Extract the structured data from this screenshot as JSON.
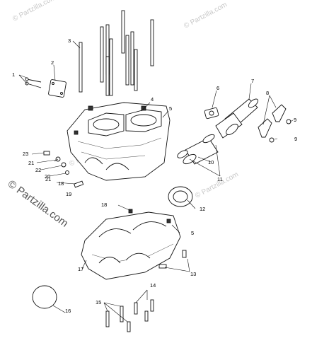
{
  "watermarks": {
    "top_left": "© Partzilla.com",
    "top_right": "© Partzilla.com",
    "middle": "© Partzilla.com",
    "right": "© Partzilla.com",
    "main": "© Partzilla.com"
  },
  "callouts": [
    {
      "id": "c1",
      "text": "1"
    },
    {
      "id": "c2",
      "text": "2"
    },
    {
      "id": "c3",
      "text": "3"
    },
    {
      "id": "c4",
      "text": "4"
    },
    {
      "id": "c5a",
      "text": "5"
    },
    {
      "id": "c5b",
      "text": "5"
    },
    {
      "id": "c6",
      "text": "6"
    },
    {
      "id": "c7",
      "text": "7"
    },
    {
      "id": "c8",
      "text": "8"
    },
    {
      "id": "c9a",
      "text": "9"
    },
    {
      "id": "c9b",
      "text": "9"
    },
    {
      "id": "c10",
      "text": "10"
    },
    {
      "id": "c11",
      "text": "11"
    },
    {
      "id": "c12",
      "text": "12"
    },
    {
      "id": "c13",
      "text": "13"
    },
    {
      "id": "c14",
      "text": "14"
    },
    {
      "id": "c15",
      "text": "15"
    },
    {
      "id": "c16",
      "text": "16"
    },
    {
      "id": "c17",
      "text": "17"
    },
    {
      "id": "c18a",
      "text": "18"
    },
    {
      "id": "c18b",
      "text": "18"
    },
    {
      "id": "c19",
      "text": "19"
    },
    {
      "id": "c20",
      "text": "20"
    },
    {
      "id": "c21a",
      "text": "21"
    },
    {
      "id": "c21b",
      "text": "21"
    },
    {
      "id": "c22",
      "text": "22"
    },
    {
      "id": "c23",
      "text": "23"
    }
  ]
}
